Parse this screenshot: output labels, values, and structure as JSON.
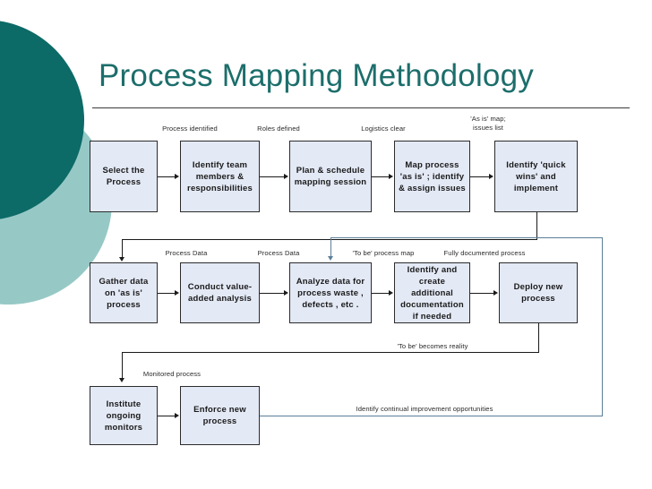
{
  "slide": {
    "title": "Process Mapping Methodology",
    "accent_dark": "#0c6a67",
    "accent_light": "#96c9c6",
    "box_fill": "#e3e9f5",
    "box_border": "#2b2b2b",
    "connector_color": "#1a1a1a",
    "feedback_connector_color": "#5b7f99"
  },
  "rows": [
    {
      "id": "row-1",
      "boxes": [
        {
          "label": "Select the Process"
        },
        {
          "label": "Identify team members & responsibilities"
        },
        {
          "label": "Plan & schedule mapping session"
        },
        {
          "label": "Map process 'as is' ; identify  & assign issues"
        },
        {
          "label": "Identify 'quick wins' and implement"
        }
      ],
      "labels": [
        {
          "text": "Process identified"
        },
        {
          "text": "Roles defined"
        },
        {
          "text": "Logistics clear"
        },
        {
          "text_line1": "'As is' map;",
          "text_line2": "issues list"
        }
      ]
    },
    {
      "id": "row-2",
      "boxes": [
        {
          "label": "Gather data on 'as is' process"
        },
        {
          "label": "Conduct value-added analysis"
        },
        {
          "label": "Analyze data for process waste , defects , etc ."
        },
        {
          "label": "Identify and create additional documentation if needed"
        },
        {
          "label": "Deploy new process"
        }
      ],
      "labels": [
        {
          "text": "Process Data"
        },
        {
          "text": "Process Data"
        },
        {
          "text": "'To be' process map"
        },
        {
          "text": "Fully documented process"
        }
      ]
    },
    {
      "id": "row-3",
      "boxes": [
        {
          "label": "Institute ongoing monitors"
        },
        {
          "label": "Enforce new process"
        }
      ],
      "labels": [
        {
          "text": "Monitored process"
        }
      ]
    }
  ],
  "flow_labels": {
    "to_be_becomes_reality": "'To be' becomes reality",
    "continual_improvement": "Identify continual improvement opportunities"
  }
}
